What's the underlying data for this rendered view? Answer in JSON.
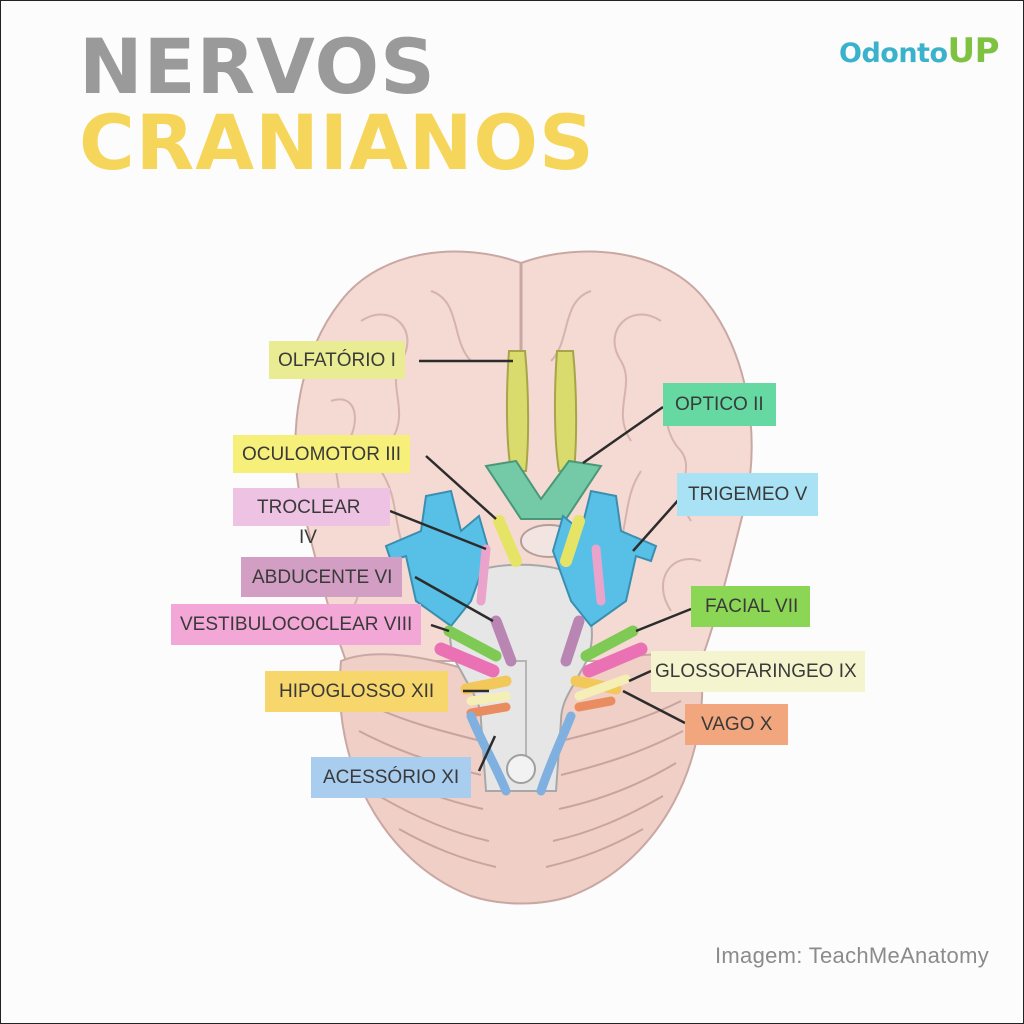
{
  "title": {
    "line1": "NERVOS",
    "line2": "CRANIANOS"
  },
  "brand": {
    "name_part1": "Odonto",
    "name_part2": "UP"
  },
  "credit": "Imagem: TeachMeAnatomy",
  "labels": {
    "olfatorio": "OLFATÓRIO I",
    "optico": "OPTICO II",
    "oculomotor": "OCULOMOTOR III",
    "troclear_line1": "TROCLEAR",
    "troclear_line2": "IV",
    "trigemeo": "TRIGEMEO V",
    "abducente": "ABDUCENTE VI",
    "facial": "FACIAL VII",
    "vestibulococlear": "VESTIBULOCOCLEAR VIII",
    "glossofaringeo": "GLOSSOFARINGEO IX",
    "vago": "VAGO X",
    "acessorio": "ACESSÓRIO XI",
    "hipoglosso": "HIPOGLOSSO XII"
  },
  "colors": {
    "olfatorio": "#eaec94",
    "optico": "#66d8a2",
    "oculomotor": "#f6f07a",
    "troclear": "#edc2e2",
    "trigemeo": "#a8e2f4",
    "abducente": "#d29ec3",
    "facial": "#8cd656",
    "vestibulococlear": "#f3a7d6",
    "glossofaringeo": "#f4f4cf",
    "vago": "#f2a67e",
    "acessorio": "#a9cdee",
    "hipoglosso": "#f7d76b"
  }
}
